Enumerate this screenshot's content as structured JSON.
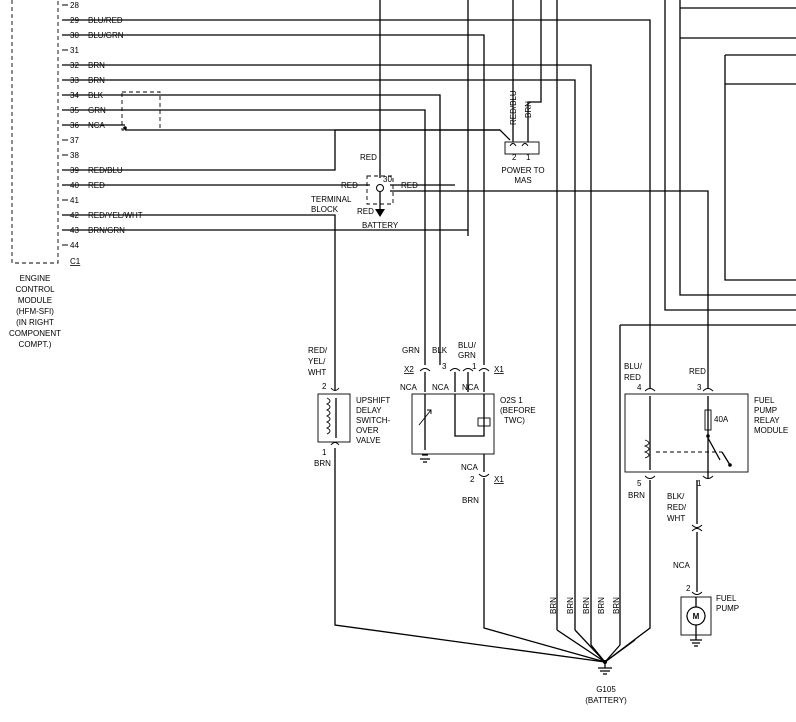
{
  "ecm": {
    "pins": [
      {
        "num": "28",
        "color": ""
      },
      {
        "num": "29",
        "color": "BLU/RED"
      },
      {
        "num": "30",
        "color": "BLU/GRN"
      },
      {
        "num": "31",
        "color": ""
      },
      {
        "num": "32",
        "color": "BRN"
      },
      {
        "num": "33",
        "color": "BRN"
      },
      {
        "num": "34",
        "color": "BLK"
      },
      {
        "num": "35",
        "color": "GRN"
      },
      {
        "num": "36",
        "color": "NCA"
      },
      {
        "num": "37",
        "color": ""
      },
      {
        "num": "38",
        "color": ""
      },
      {
        "num": "39",
        "color": "RED/BLU"
      },
      {
        "num": "40",
        "color": "RED"
      },
      {
        "num": "41",
        "color": ""
      },
      {
        "num": "42",
        "color": "RED/YEL/WHT"
      },
      {
        "num": "43",
        "color": "BRN/GRN"
      },
      {
        "num": "44",
        "color": ""
      }
    ],
    "connector": "C1",
    "label": [
      "ENGINE",
      "CONTROL",
      "MODULE",
      "(HFM-SFI)",
      "(IN RIGHT",
      "COMPONENT",
      "COMPT.)"
    ]
  },
  "terminal_block": {
    "label": [
      "TERMINAL",
      "BLOCK"
    ],
    "pin": "30",
    "wire_top": "RED",
    "wire_left": "RED",
    "wire_right": "RED",
    "wire_bottom": "RED",
    "battery": "BATTERY"
  },
  "power_mas": {
    "label": [
      "POWER TO",
      "MAS"
    ],
    "pin_left": "2",
    "pin_right": "1",
    "wire_left": "RED/BLU",
    "wire_right": "BRN"
  },
  "upshift_valve": {
    "wire_top": [
      "RED/",
      "YEL/",
      "WHT"
    ],
    "pin_top": "2",
    "pin_bottom": "1",
    "wire_bottom": "BRN",
    "label": [
      "UPSHIFT",
      "DELAY",
      "SWITCH-",
      "OVER",
      "VALVE"
    ]
  },
  "o2s": {
    "wire_grn": "GRN",
    "wire_blk": "BLK",
    "wire_blugrn": [
      "BLU/",
      "GRN"
    ],
    "conn_x2": "X2",
    "conn_x1_top": "X1",
    "conn_x1_bottom": "X1",
    "pin3": "3",
    "pin1": "1",
    "pin2": "2",
    "nca_1": "NCA",
    "nca_2": "NCA",
    "nca_3": "NCA",
    "nca_bottom": "NCA",
    "wire_bottom": "BRN",
    "label": [
      "O2S 1",
      "(BEFORE",
      "TWC)"
    ]
  },
  "relay": {
    "wire_top_left": [
      "BLU/",
      "RED"
    ],
    "wire_top_right": "RED",
    "pin4": "4",
    "pin3": "3",
    "pin5": "5",
    "pin1": "1",
    "fuse": "40A",
    "wire_bottom_left": "BRN",
    "wire_bottom_right": [
      "BLK/",
      "RED/",
      "WHT"
    ],
    "label": [
      "FUEL",
      "PUMP",
      "RELAY",
      "MODULE"
    ]
  },
  "fuel_pump": {
    "nca": "NCA",
    "pin": "2",
    "motor": "M",
    "label": [
      "FUEL",
      "PUMP"
    ]
  },
  "ground": {
    "wires": [
      "BRN",
      "BRN",
      "BRN",
      "BRN",
      "BRN"
    ],
    "label": [
      "G105",
      "(BATTERY)"
    ]
  }
}
